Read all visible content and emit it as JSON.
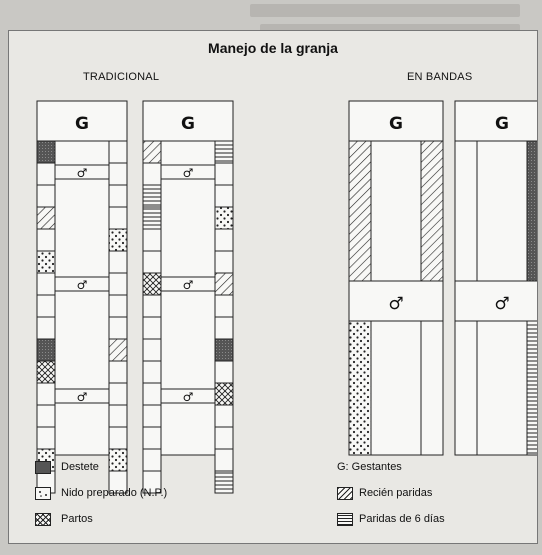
{
  "title": "Manejo de la granja",
  "sections": {
    "left": "TRADICIONAL",
    "right": "EN BANDAS"
  },
  "symbols": {
    "gestantes": "G",
    "male": "♂"
  },
  "legend": {
    "destete": "Destete",
    "nido": "Nido preparado (N.P.)",
    "partos": "Partos",
    "gestantes": "G: Gestantes",
    "recien": "Recién paridas",
    "paridas6": "Paridas de 6 días"
  },
  "colors": {
    "destete": "#555555",
    "line": "#222222",
    "fill": "#f8f8f6"
  }
}
